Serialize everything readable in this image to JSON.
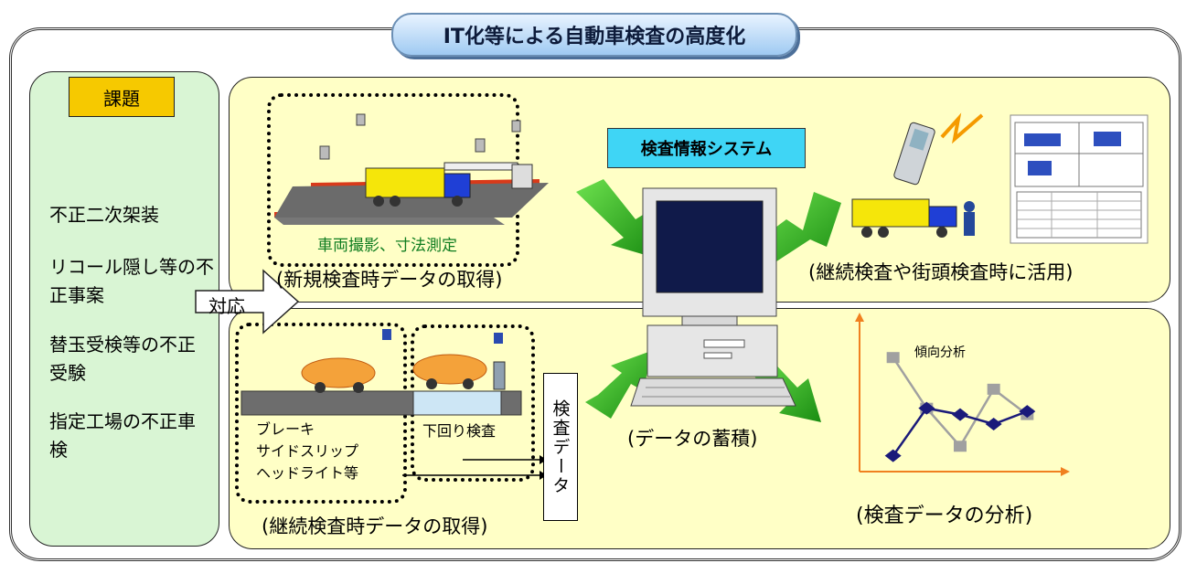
{
  "title": "IT化等による自動車検査の高度化",
  "left_panel": {
    "header": "課題",
    "issues": [
      "不正二次架装",
      "リコール隠し等の不正事案",
      "替玉受検等の不正受験",
      "指定工場の不正車検"
    ]
  },
  "arrow_label": "対応",
  "top": {
    "measure_label": "車両撮影、寸法測定",
    "caption": "(新規検査時データの取得)",
    "system_label": "検査情報システム",
    "right_caption": "(継続検査や街頭検査時に活用)"
  },
  "bottom": {
    "box1_text": [
      "ブレーキ",
      "サイドスリップ",
      "ヘッドライト等"
    ],
    "box2_text": "下回り検査",
    "vertical_label": "検査データ",
    "caption": "(継続検査時データの取得)",
    "center_caption": "(データの蓄積)",
    "right_caption": "(検査データの分析)"
  },
  "chart_data": {
    "type": "line",
    "title": "傾向分析",
    "x": [
      1,
      2,
      3,
      4,
      5
    ],
    "series": [
      {
        "color": "#a0a0a0",
        "marker": "square",
        "values": [
          3.6,
          2.0,
          0.8,
          2.6,
          1.8
        ]
      },
      {
        "color": "#1a1a7a",
        "marker": "diamond",
        "values": [
          0.5,
          2.0,
          1.8,
          1.5,
          1.9
        ]
      }
    ],
    "ylim": [
      0,
      4.5
    ],
    "xlim": [
      0,
      6
    ],
    "grid": false
  }
}
